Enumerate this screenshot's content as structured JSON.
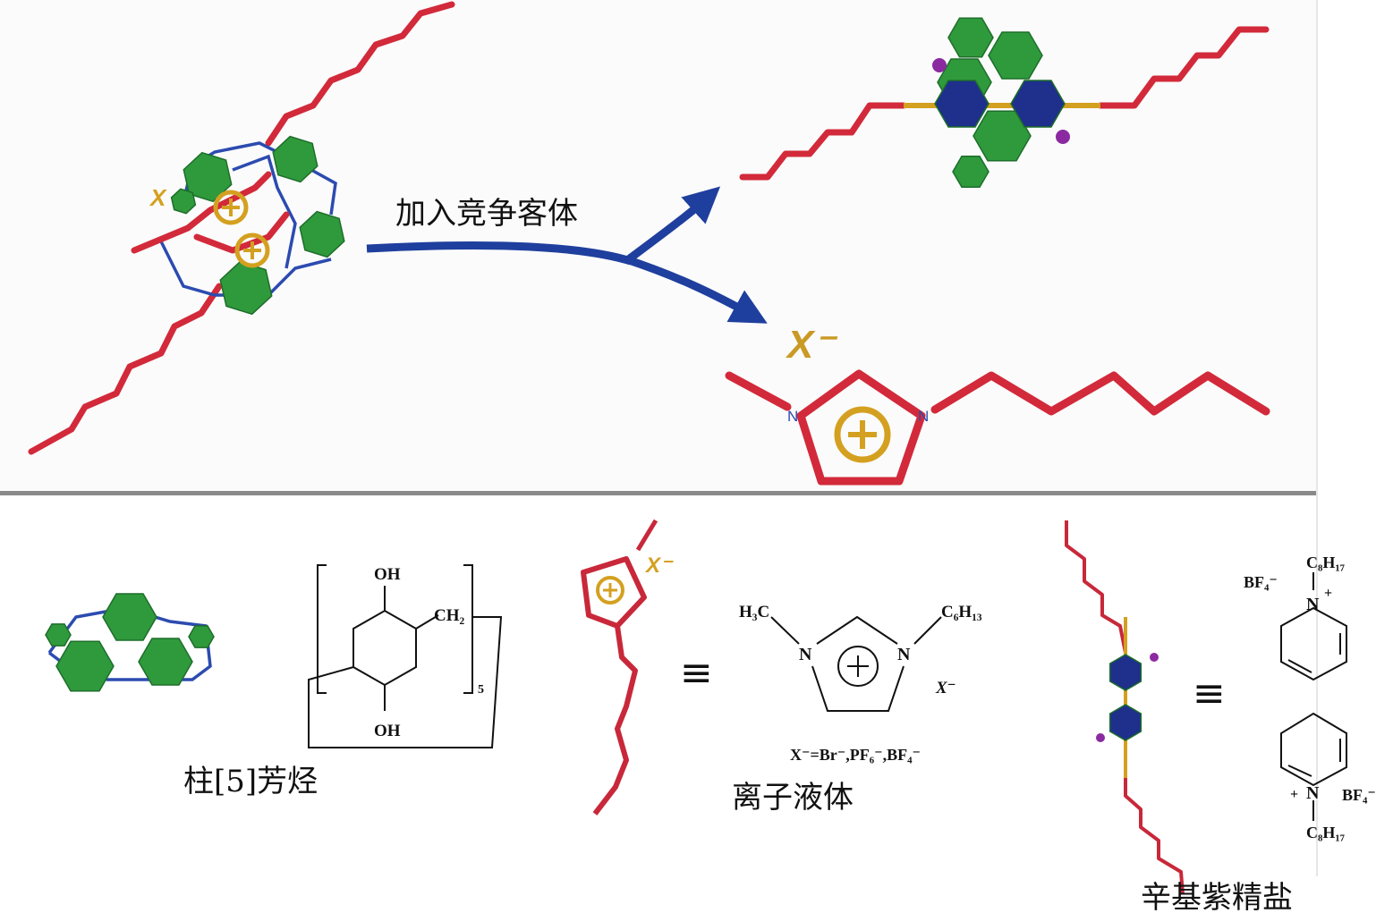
{
  "top": {
    "arrow_label": "加入竞争客体",
    "anion_label": "X⁻",
    "n_left": "N",
    "n_right": "N"
  },
  "pillararene": {
    "name": "柱[5]芳烃",
    "oh_top": "OH",
    "oh_bottom": "OH",
    "ch2": "CH₂",
    "repeat": "5"
  },
  "ionic_liquid": {
    "name": "离子液体",
    "cartoon_anion": "X⁻",
    "equiv": "≡",
    "methyl": "H₃C",
    "hexyl": "C₆H₁₃",
    "n1": "N",
    "n3": "N",
    "anion": "X⁻",
    "anion_def": "X⁻=Br⁻,PF₆⁻,BF₄⁻"
  },
  "viologen": {
    "name": "辛基紫精盐",
    "equiv": "≡",
    "octyl_top": "C₈H₁₇",
    "octyl_bottom": "C₈H₁₇",
    "anion_top": "BF₄⁻",
    "anion_bottom": "BF₄⁻",
    "n_top": "N",
    "n_bottom": "N",
    "plus_top": "+",
    "plus_bottom": "+"
  },
  "colors": {
    "chain": "#d22a3a",
    "arrow": "#1f3f9e",
    "ring_green": "#2f9a3c",
    "ring_blue": "#1e2f8c",
    "cation_gold": "#d4a020",
    "divider": "#8a8a8a"
  }
}
